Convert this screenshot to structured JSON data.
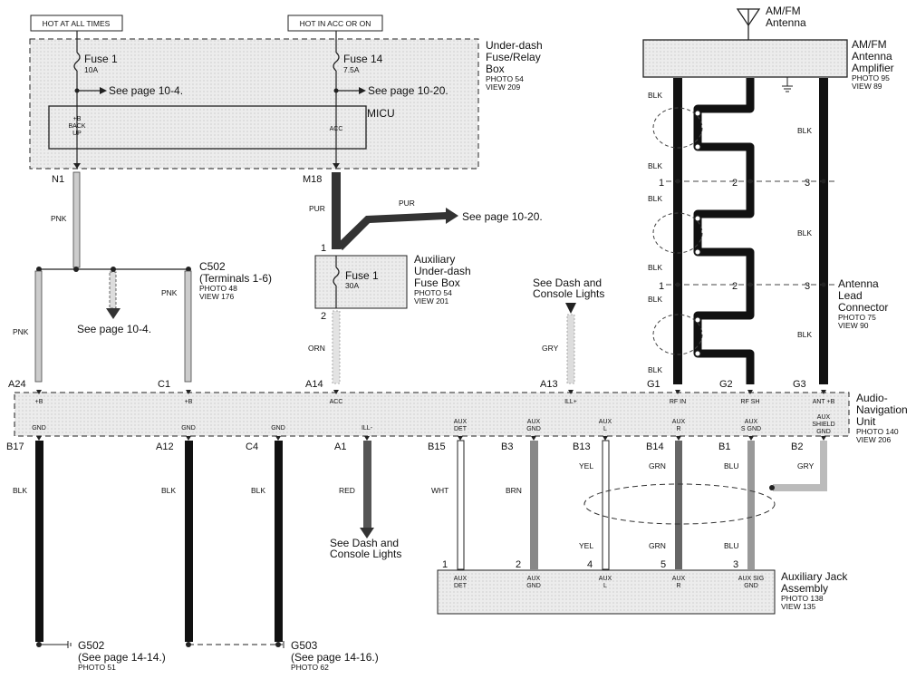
{
  "top": {
    "hot_all_times": "HOT AT ALL TIMES",
    "hot_acc_on": "HOT IN ACC OR ON"
  },
  "fuse_box": {
    "title": [
      "Under-dash",
      "Fuse/Relay",
      "Box"
    ],
    "photo": "PHOTO 54",
    "view": "VIEW 209",
    "fuse1_name": "Fuse 1",
    "fuse1_amp": "10A",
    "fuse1_see": "See page 10-4.",
    "fuse14_name": "Fuse 14",
    "fuse14_amp": "7.5A",
    "fuse14_see": "See page 10-20.",
    "micu_label": "MICU",
    "micu_pin_left": [
      "+B",
      "BACK",
      "UP"
    ],
    "micu_pin_right": "ACC"
  },
  "antenna": {
    "label": [
      "AM/FM",
      "Antenna"
    ],
    "amp_title": [
      "AM/FM",
      "Antenna",
      "Amplifier"
    ],
    "amp_photo": "PHOTO 95",
    "amp_view": "VIEW 89",
    "lead_title": [
      "Antenna",
      "Lead",
      "Connector"
    ],
    "lead_photo": "PHOTO 75",
    "lead_view": "VIEW 90"
  },
  "aux_fuse_box": {
    "title": [
      "Auxiliary",
      "Under-dash",
      "Fuse Box"
    ],
    "photo": "PHOTO 54",
    "view": "VIEW 201",
    "fuse_name": "Fuse 1",
    "fuse_amp": "30A",
    "pin_in": "1",
    "pin_out": "2"
  },
  "c502": {
    "title": [
      "C502",
      "(Terminals 1-6)"
    ],
    "photo": "PHOTO 48",
    "view": "VIEW 176"
  },
  "nav_unit": {
    "title": [
      "Audio-",
      "Navigation",
      "Unit"
    ],
    "photo": "PHOTO 140",
    "view": "VIEW 206",
    "top_pins": [
      {
        "id": "A24",
        "name": "+B"
      },
      {
        "id": "C1",
        "name": "+B"
      },
      {
        "id": "A14",
        "name": "ACC"
      },
      {
        "id": "A13",
        "name": "ILL+"
      },
      {
        "id": "G1",
        "name": "RF IN"
      },
      {
        "id": "G2",
        "name": "RF SH"
      },
      {
        "id": "G3",
        "name": "ANT +B"
      }
    ],
    "bottom_pins": [
      {
        "id": "B17",
        "name": [
          "GND"
        ]
      },
      {
        "id": "A12",
        "name": [
          "GND"
        ]
      },
      {
        "id": "C4",
        "name": [
          "GND"
        ]
      },
      {
        "id": "A1",
        "name": [
          "ILL-"
        ]
      },
      {
        "id": "B15",
        "name": [
          "AUX",
          "DET"
        ]
      },
      {
        "id": "B3",
        "name": [
          "AUX",
          "GND"
        ]
      },
      {
        "id": "B13",
        "name": [
          "AUX",
          "L"
        ]
      },
      {
        "id": "B14",
        "name": [
          "AUX",
          "R"
        ]
      },
      {
        "id": "B1",
        "name": [
          "AUX",
          "S GND"
        ]
      },
      {
        "id": "B2",
        "name": [
          "AUX",
          "SHIELD",
          "GND"
        ]
      }
    ]
  },
  "aux_jack": {
    "title": [
      "Auxiliary Jack",
      "Assembly"
    ],
    "photo": "PHOTO 138",
    "view": "VIEW 135",
    "pins": [
      {
        "num": "1",
        "name": [
          "AUX",
          "DET"
        ]
      },
      {
        "num": "2",
        "name": [
          "AUX",
          "GND"
        ]
      },
      {
        "num": "4",
        "name": [
          "AUX",
          "L"
        ]
      },
      {
        "num": "5",
        "name": [
          "AUX",
          "R"
        ]
      },
      {
        "num": "3",
        "name": [
          "AUX SIG",
          "GND"
        ]
      }
    ]
  },
  "wires": {
    "pnk": "PNK",
    "pur": "PUR",
    "orn": "ORN",
    "gry": "GRY",
    "blk": "BLK",
    "red": "RED",
    "wht": "WHT",
    "brn": "BRN",
    "yel": "YEL",
    "grn": "GRN",
    "blu": "BLU"
  },
  "connectors": {
    "n1": "N1",
    "m18": "M18",
    "row_pins": [
      "1",
      "2",
      "3"
    ]
  },
  "notes": {
    "see_10_4": "See page 10-4.",
    "see_10_20": "See page 10-20.",
    "see_dash_top": [
      "See Dash and",
      "Console Lights"
    ],
    "see_dash_bottom": [
      "See Dash and",
      "Console Lights"
    ]
  },
  "grounds": {
    "g502": "G502",
    "g502_see": "(See page 14-14.)",
    "g502_photo": "PHOTO 51",
    "g503": "G503",
    "g503_see": "(See page 14-16.)",
    "g503_photo": "PHOTO 62"
  }
}
